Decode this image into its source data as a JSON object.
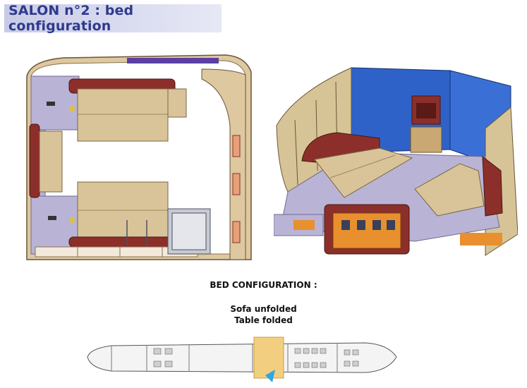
{
  "title": "SALON n°2 : bed configuration",
  "section_heading": "BED CONFIGURATION :",
  "config_lines": [
    "Sofa unfolded",
    "Table folded"
  ],
  "colors": {
    "title_text": "#2e3a8c",
    "title_band": "#d2d4ec",
    "sofa_cushion": "#d9c49a",
    "sofa_frame": "#8c2f2a",
    "floor": "#b9b4d6",
    "wall_blue": "#2f62c8",
    "orange_panel": "#e8902e",
    "highlight": "#f2cf80",
    "arrow": "#2da8e0"
  },
  "icons": [
    "top-view-salon-drawing",
    "perspective-salon-drawing",
    "aircraft-cabin-plan",
    "location-arrow-icon"
  ]
}
